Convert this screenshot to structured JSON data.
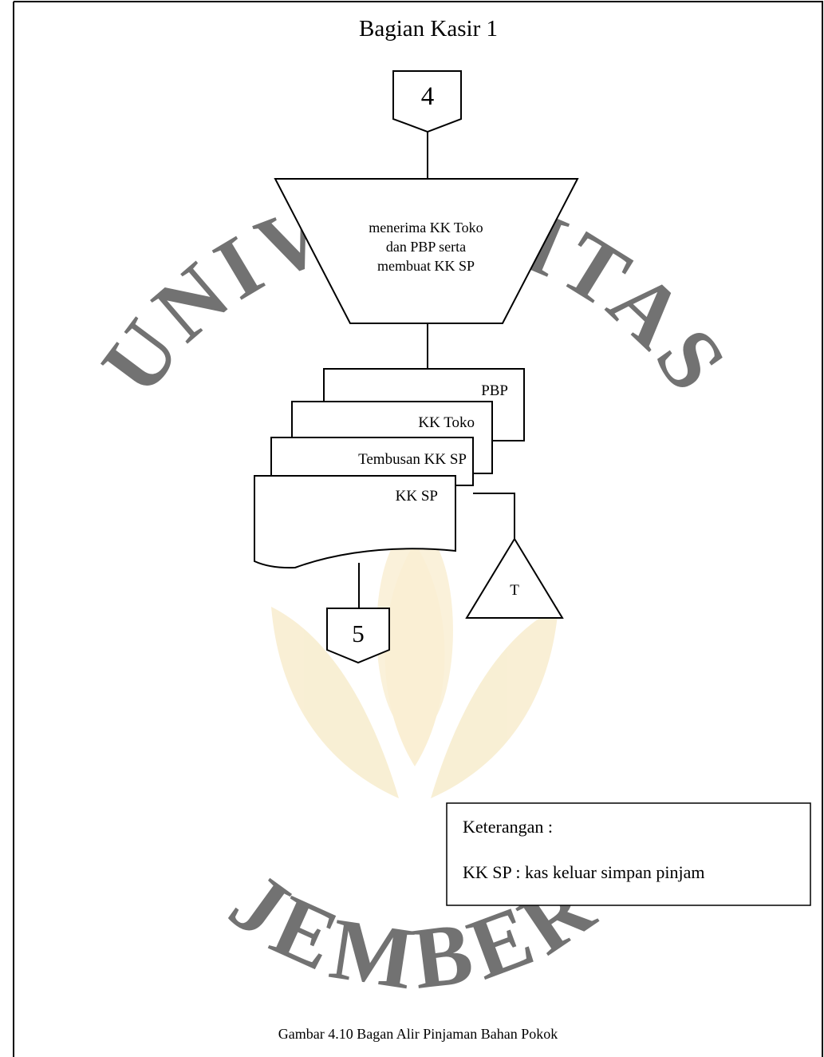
{
  "diagram": {
    "swimlane_title": "Bagian Kasir 1",
    "connector_in": "4",
    "process_lines": [
      "menerima KK Toko",
      "dan PBP serta",
      "membuat KK SP"
    ],
    "documents": {
      "pbp": "PBP",
      "kk_toko": "KK Toko",
      "tembusan": "Tembusan KK SP",
      "kk_sp": "KK SP"
    },
    "connector_out": "5",
    "file_label": "T",
    "legend": {
      "title": "Keterangan :",
      "entry": "KK SP : kas keluar simpan pinjam"
    },
    "caption": "Gambar 4.10 Bagan Alir Pinjaman Bahan Pokok"
  },
  "watermark": {
    "text": "UNIVERSITAS JEMBER",
    "color": "#f2dfa8"
  }
}
